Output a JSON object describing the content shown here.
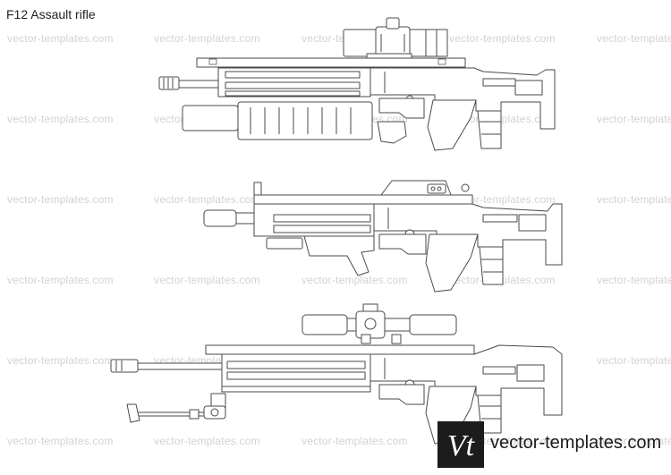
{
  "title": "F12 Assault rifle",
  "watermark": {
    "text": "vector-templates.com",
    "color": "#d2d2d2"
  },
  "logo": {
    "monogram": "Vt",
    "text": "vector-templates.com",
    "bg": "#1c1c1c"
  },
  "line_color": "#4a4a4a"
}
